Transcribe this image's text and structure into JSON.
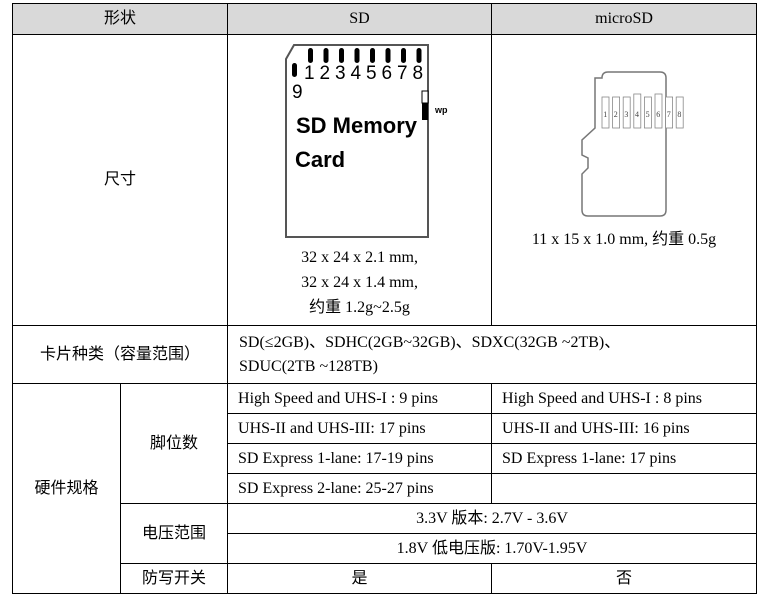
{
  "header": {
    "shape": "形状",
    "sd": "SD",
    "microsd": "microSD"
  },
  "size": {
    "label": "尺寸",
    "sd_image": {
      "pins_top": [
        "1",
        "2",
        "3",
        "4",
        "5",
        "6",
        "7",
        "8"
      ],
      "pin_9": "9",
      "wp": "wp",
      "text_line1": "SD Memory",
      "text_line2": "Card"
    },
    "sd_lines": [
      "32 x 24 x 2.1 mm,",
      "32 x 24 x 1.4 mm,",
      "约重 1.2g~2.5g"
    ],
    "microsd_image": {
      "pins": [
        "1",
        "2",
        "3",
        "4",
        "5",
        "6",
        "7",
        "8"
      ]
    },
    "microsd_text": "11 x 15 x 1.0 mm, 约重 0.5g"
  },
  "types": {
    "label": "卡片种类（容量范围）",
    "line1": "SD(≤2GB)、SDHC(2GB~32GB)、SDXC(32GB ~2TB)、",
    "line2": "SDUC(2TB ~128TB)"
  },
  "hardware": {
    "label": "硬件规格",
    "pins": {
      "label": "脚位数",
      "rows": [
        [
          "High Speed and UHS-I : 9 pins",
          "High Speed and UHS-I : 8 pins"
        ],
        [
          "UHS-II and UHS-III: 17 pins",
          "UHS-II and UHS-III: 16 pins"
        ],
        [
          "SD Express 1-lane: 17-19 pins",
          "SD Express 1-lane: 17 pins"
        ],
        [
          "SD Express 2-lane: 25-27 pins",
          ""
        ]
      ]
    },
    "voltage": {
      "label": "电压范围",
      "v33": "3.3V 版本: 2.7V - 3.6V",
      "v18": "1.8V 低电压版: 1.70V-1.95V"
    },
    "write_protect": {
      "label": "防写开关",
      "sd": "是",
      "microsd": "否"
    }
  }
}
